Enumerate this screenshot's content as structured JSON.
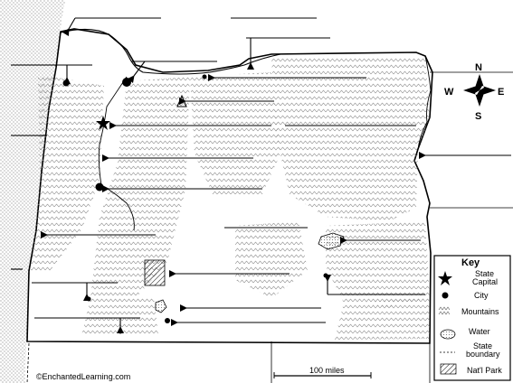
{
  "credit": "©EnchantedLearning.com",
  "scale_label": "100 miles",
  "compass": {
    "north": "N",
    "south": "S",
    "east": "E",
    "west": "W"
  },
  "key": {
    "title": "Key",
    "state_capital_line1": "State",
    "state_capital_line2": "Capital",
    "city": "City",
    "mountains": "Mountains",
    "water": "Water",
    "state_boundary_line1": "State",
    "state_boundary_line2": "boundary",
    "national_park": "Nat'l Park"
  },
  "colors": {
    "ink": "#000000",
    "paper": "#ffffff",
    "pattern": "#555555"
  },
  "icons": [
    "star-icon",
    "city-dot-icon",
    "mountain-icon",
    "compass-rose-icon",
    "arrow-icon"
  ]
}
